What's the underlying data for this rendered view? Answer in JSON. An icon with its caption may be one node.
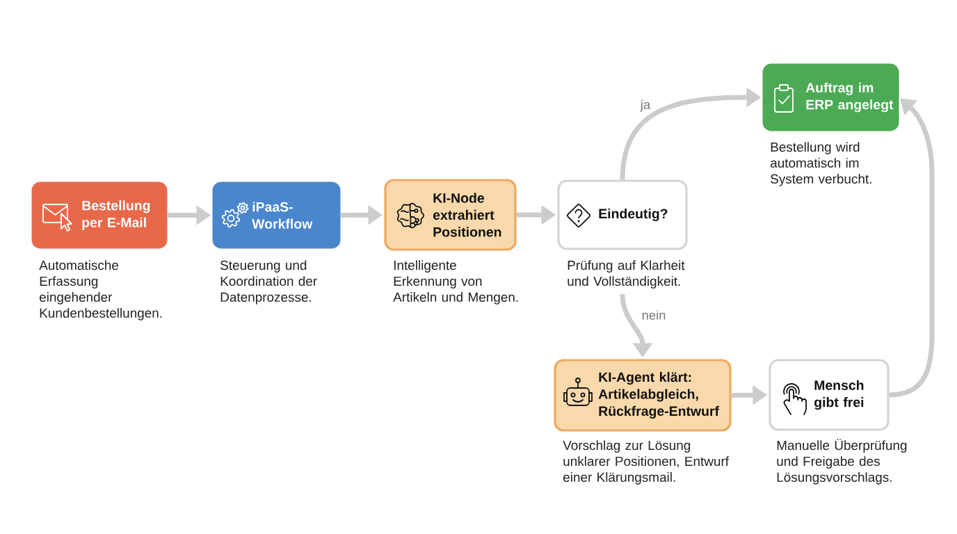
{
  "diagram": {
    "nodes": [
      {
        "text": [
          "Bestellung per E-Mail"
        ],
        "beside": [
          "Automatische Erfassung eingehender Kundenbestellungen."
        ]
      },
      {
        "text": [
          "iPaaS-Workflow"
        ],
        "beside": [
          "Steuerung und Koordination der Datenprozesse."
        ]
      },
      {
        "text": [
          "KI-Node extrahiert Positionen"
        ],
        "beside": [
          "Intelligente Erkennung von Artikeln und Mengen."
        ]
      },
      {
        "text": [
          "Eindeutig?"
        ],
        "beside": [
          "Prüfung auf Klarheit und Vollständigkeit."
        ]
      },
      {
        "text": [
          "Auftrag im ERP angelegt"
        ],
        "beside": [
          "Bestellung wird automatisch im System verbucht."
        ]
      },
      {
        "text": [
          "KI-Agent klärt: Artikelabgleich, Rückfrage-Entwurf"
        ],
        "beside": [
          "Vorschlag zur Lösung unklarer Positionen, Entwurf einer Klärungsmail."
        ]
      },
      {
        "text": [
          "Mensch gibt frei"
        ],
        "beside": [
          "Manuelle Überprüfung und Freigabe des Lösungsvorschlags."
        ]
      }
    ],
    "edges": [
      {
        "from": 0,
        "to": 1,
        "arrow": "to"
      },
      {
        "from": 1,
        "to": 2,
        "arrow": "to"
      },
      {
        "from": 2,
        "to": 3,
        "arrow": "to"
      },
      {
        "from": 3,
        "to": 4,
        "arrow": "to",
        "label": "ja"
      },
      {
        "from": 3,
        "to": 5,
        "arrow": "to",
        "label": "nein"
      },
      {
        "from": 5,
        "to": 6,
        "arrow": "to"
      },
      {
        "from": 6,
        "to": 4,
        "arrow": "to"
      }
    ]
  }
}
